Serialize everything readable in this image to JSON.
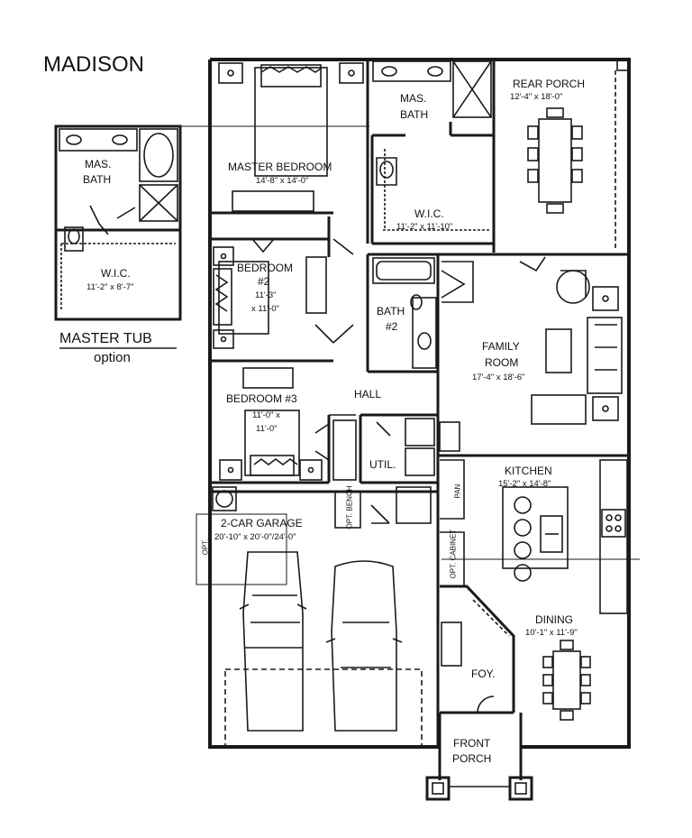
{
  "title": "MADISON",
  "rooms": {
    "rear_porch": {
      "name": "REAR PORCH",
      "dims": "12'-4\" x 18'-0\""
    },
    "mas_bath": {
      "name_1": "MAS.",
      "name_2": "BATH"
    },
    "master_bedroom": {
      "name": "MASTER BEDROOM",
      "dims": "14'-8\" x 14'-0\""
    },
    "wic": {
      "name": "W.I.C.",
      "dims": "11'-2\" x 11'-10\""
    },
    "bedroom2": {
      "name_1": "BEDROOM",
      "name_2": "#2",
      "dims_1": "11'-3\"",
      "dims_2": "x 11'-0\""
    },
    "bath2": {
      "name_1": "BATH",
      "name_2": "#2"
    },
    "family_room": {
      "name_1": "FAMILY",
      "name_2": "ROOM",
      "dims": "17'-4\" x 18'-6\""
    },
    "hall": {
      "name": "HALL"
    },
    "bedroom3": {
      "name": "BEDROOM #3",
      "dims_1": "11'-0\" x",
      "dims_2": "11'-0\""
    },
    "util": {
      "name": "UTIL."
    },
    "kitchen": {
      "name": "KITCHEN",
      "dims": "15'-2\" x 14'-8\""
    },
    "garage": {
      "name": "2-CAR GARAGE",
      "dims": "20'-10\" x 20'-0\"/24'-0\""
    },
    "dining": {
      "name": "DINING",
      "dims": "10'-1\" x 11'-9\""
    },
    "foyer": {
      "name": "FOY."
    },
    "front_porch": {
      "name_1": "FRONT",
      "name_2": "PORCH"
    }
  },
  "small_labels": {
    "opt_bench": "OPT. BENCH",
    "pan": "PAN",
    "opt_garage": "OPT.",
    "opt_cabinet": "OPT. CABINET"
  },
  "inset": {
    "mas_bath_1": "MAS.",
    "mas_bath_2": "BATH",
    "wic": "W.I.C.",
    "wic_dims": "11'-2\" x 8'-7\"",
    "caption": "MASTER TUB",
    "caption_sub": "option"
  }
}
